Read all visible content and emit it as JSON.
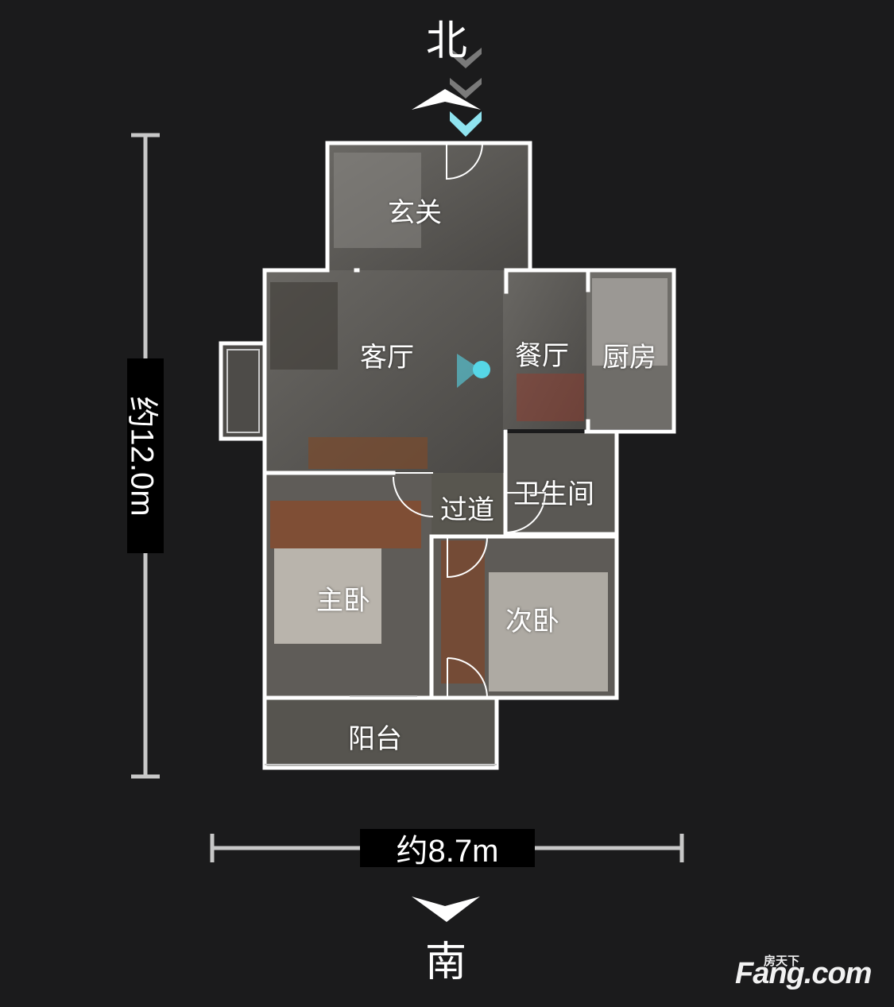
{
  "compass": {
    "north": "北",
    "south": "南"
  },
  "dimensions": {
    "width": "约8.7m",
    "height": "约12.0m"
  },
  "rooms": {
    "entrance": "玄关",
    "living_room": "客厅",
    "dining_room": "餐厅",
    "kitchen": "厨房",
    "bathroom": "卫生间",
    "corridor": "过道",
    "master_bedroom": "主卧",
    "second_bedroom": "次卧",
    "balcony": "阳台"
  },
  "watermark": {
    "site_small": "房天下",
    "site_main": "Fang.com"
  },
  "colors": {
    "background": "#1b1b1c",
    "wall": "#ffffff",
    "floor": "#55534f",
    "marker": "#56d6e6",
    "dimension_line": "#c8c8c8"
  }
}
